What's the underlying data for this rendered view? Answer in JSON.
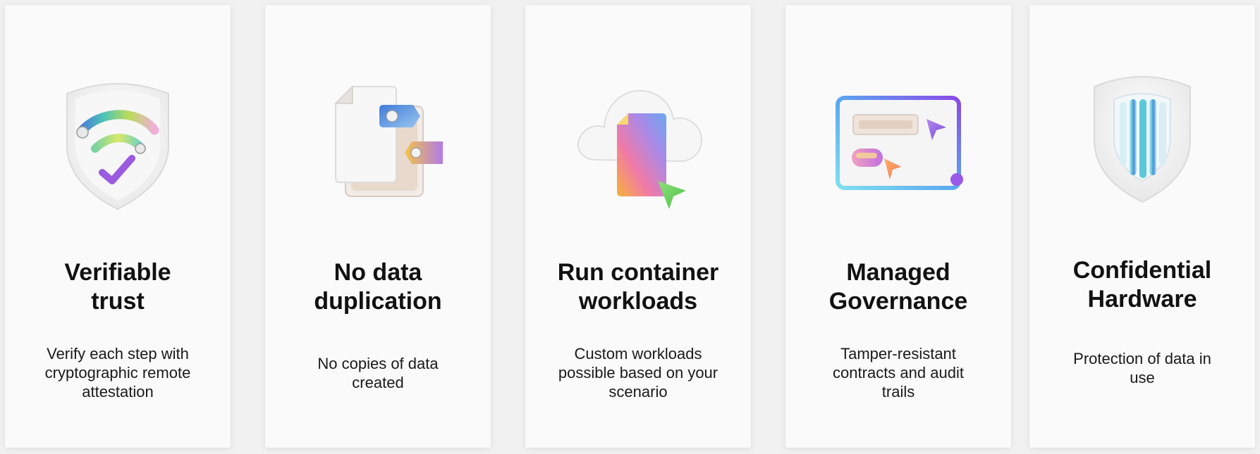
{
  "cards": [
    {
      "icon": "shield-wifi-check-icon",
      "title_line1": "Verifiable",
      "title_line2": "trust",
      "description_line1": "Verify each step with",
      "description_line2": "cryptographic remote",
      "description_line3": "attestation"
    },
    {
      "icon": "documents-tags-icon",
      "title_line1": "No data",
      "title_line2": "duplication",
      "description_line1": "No copies of data",
      "description_line2": "created",
      "description_line3": ""
    },
    {
      "icon": "cloud-document-cursor-icon",
      "title_line1": "Run container",
      "title_line2": "workloads",
      "description_line1": "Custom workloads",
      "description_line2": "possible based on your",
      "description_line3": "scenario"
    },
    {
      "icon": "governance-panel-icon",
      "title_line1": "Managed",
      "title_line2": "Governance",
      "description_line1": "Tamper-resistant",
      "description_line2": "contracts and audit",
      "description_line3": "trails"
    },
    {
      "icon": "glass-shield-icon",
      "title_line1": "Confidential",
      "title_line2": "Hardware",
      "description_line1": "Protection of data in",
      "description_line2": "use",
      "description_line3": ""
    }
  ]
}
